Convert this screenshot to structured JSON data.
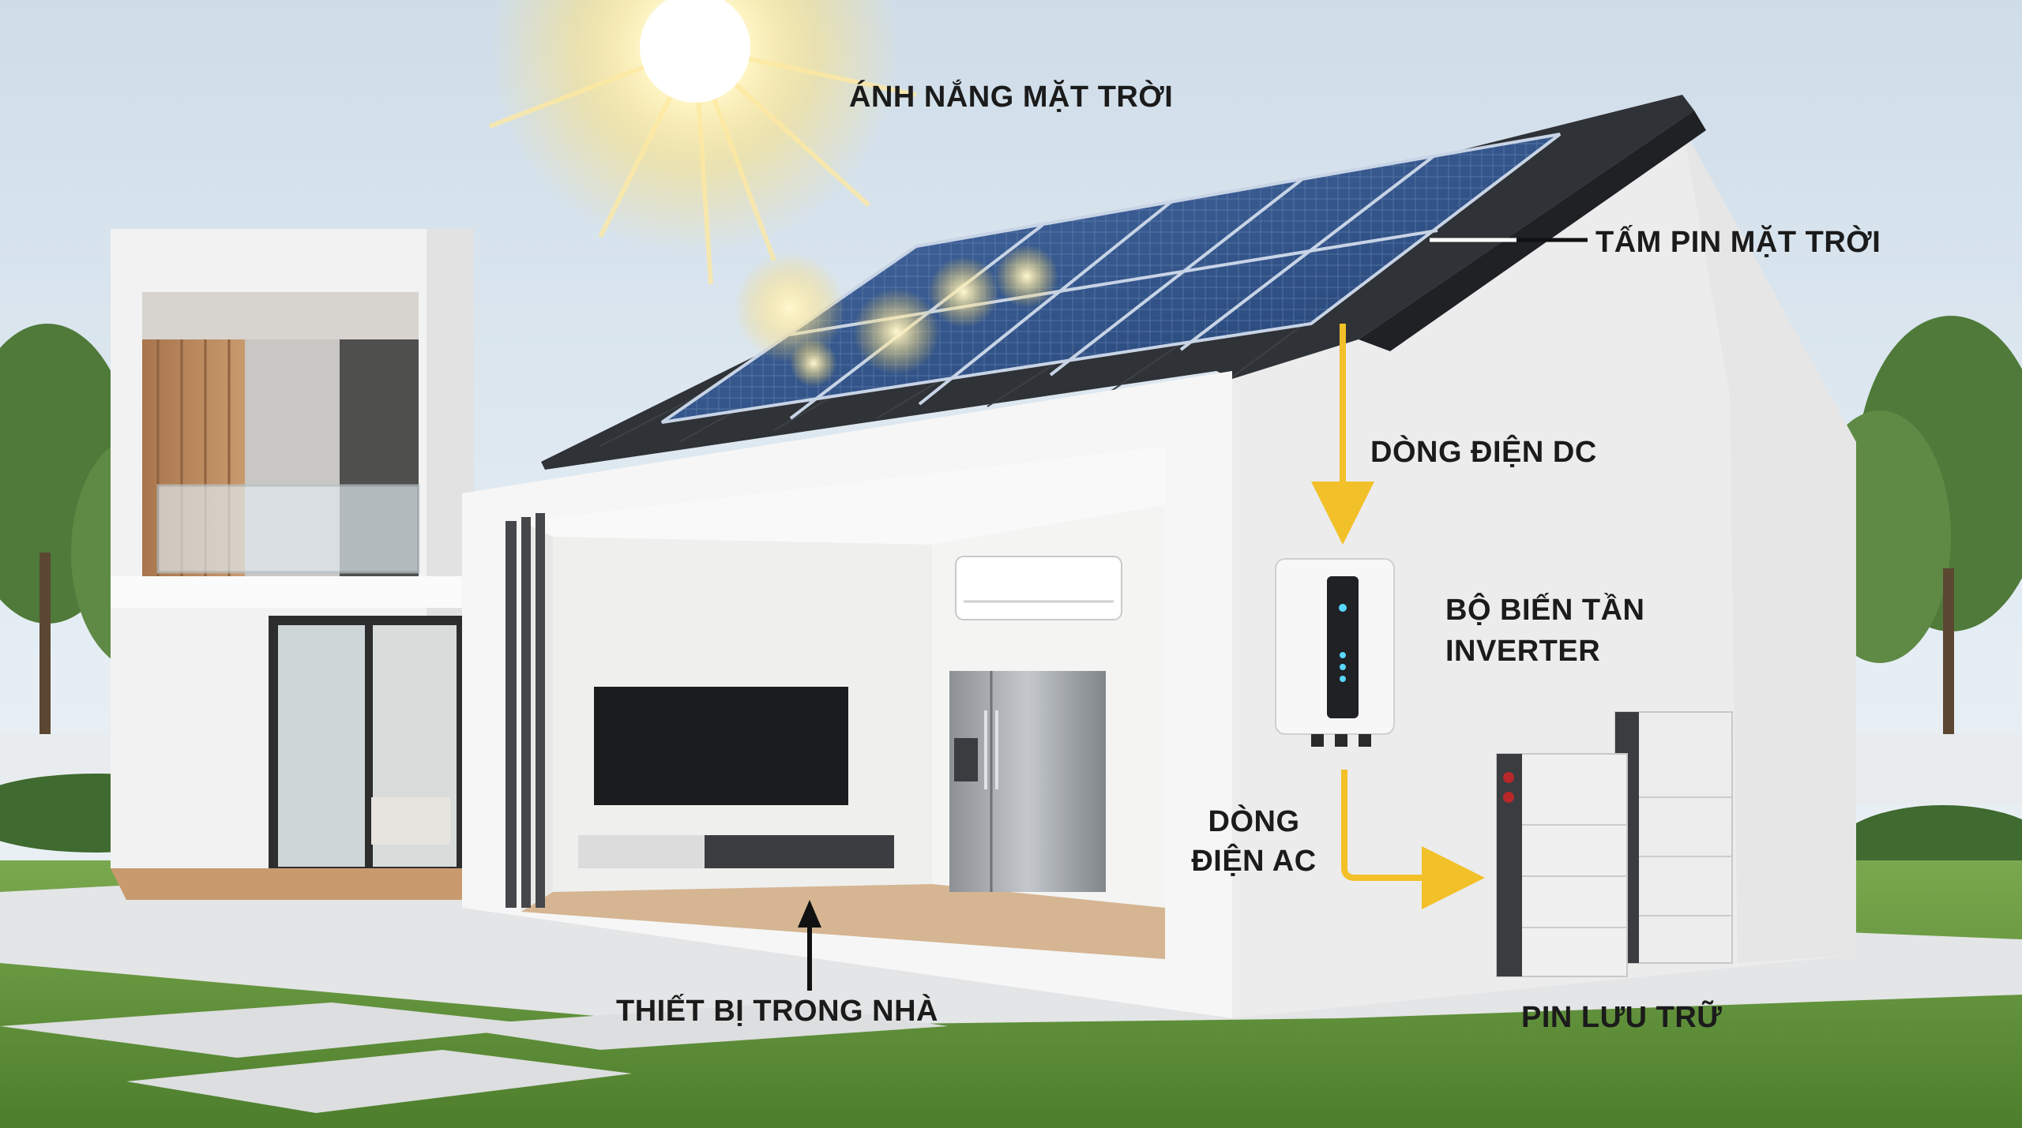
{
  "labels": {
    "sunlight": "ÁNH NẮNG MẶT TRỜI",
    "solar_panel": "TẤM PIN MẶT TRỜI",
    "dc_current": "DÒNG ĐIỆN DC",
    "inverter_line1": "BỘ BIẾN TẦN",
    "inverter_line2": "INVERTER",
    "ac_line1": "DÒNG",
    "ac_line2": "ĐIỆN AC",
    "appliances": "THIẾT BỊ TRONG NHÀ",
    "battery": "PIN LƯU TRỮ"
  },
  "colors": {
    "sky": "#dbe7f0",
    "flow_arrow": "#f2c028",
    "label_text": "#1b1b1b",
    "roof": "#2f3236",
    "solar_panel": "#2c4f86",
    "wall": "#eeeeee",
    "grass": "#5c8f3a"
  },
  "icons": {
    "sun": "sun-glow",
    "dc_arrow": "arrow-down-icon",
    "ac_arrow": "arrow-right-icon",
    "appliance_arrow": "arrow-up-icon"
  }
}
